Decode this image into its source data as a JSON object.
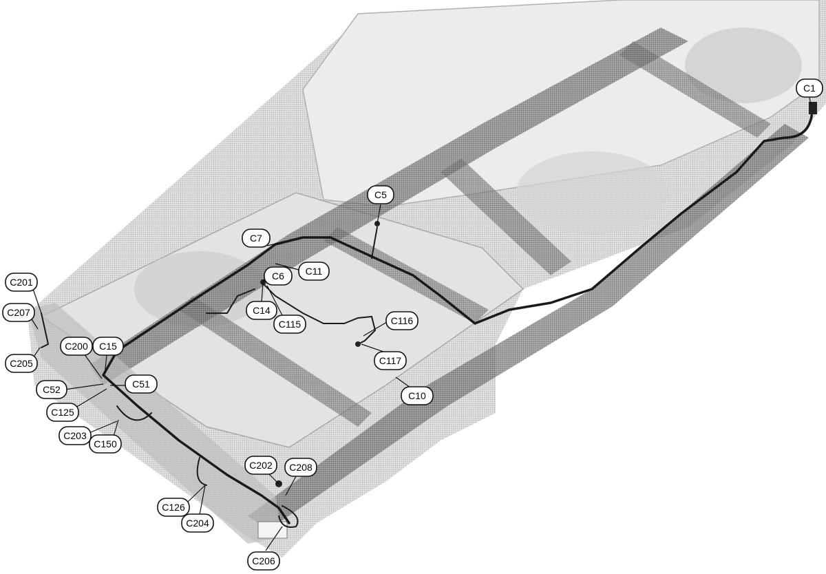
{
  "diagram": {
    "type": "wiring-harness-connector-locator",
    "colors": {
      "background": "#ffffff",
      "body_shade": "#b8b8b8",
      "frame_shade": "#7a7a7a",
      "harness": "#1a1a1a",
      "callout_border": "#111111"
    },
    "connectors": [
      {
        "id": "c1",
        "label": "C1"
      },
      {
        "id": "c5",
        "label": "C5"
      },
      {
        "id": "c6",
        "label": "C6"
      },
      {
        "id": "c7",
        "label": "C7"
      },
      {
        "id": "c10",
        "label": "C10"
      },
      {
        "id": "c11",
        "label": "C11"
      },
      {
        "id": "c14",
        "label": "C14"
      },
      {
        "id": "c15",
        "label": "C15"
      },
      {
        "id": "c51",
        "label": "C51"
      },
      {
        "id": "c52",
        "label": "C52"
      },
      {
        "id": "c115",
        "label": "C115"
      },
      {
        "id": "c116",
        "label": "C116"
      },
      {
        "id": "c117",
        "label": "C117"
      },
      {
        "id": "c125",
        "label": "C125"
      },
      {
        "id": "c126",
        "label": "C126"
      },
      {
        "id": "c150",
        "label": "C150"
      },
      {
        "id": "c200",
        "label": "C200"
      },
      {
        "id": "c201",
        "label": "C201"
      },
      {
        "id": "c202",
        "label": "C202"
      },
      {
        "id": "c203",
        "label": "C203"
      },
      {
        "id": "c204",
        "label": "C204"
      },
      {
        "id": "c205",
        "label": "C205"
      },
      {
        "id": "c206",
        "label": "C206"
      },
      {
        "id": "c207",
        "label": "C207"
      },
      {
        "id": "c208",
        "label": "C208"
      }
    ]
  }
}
